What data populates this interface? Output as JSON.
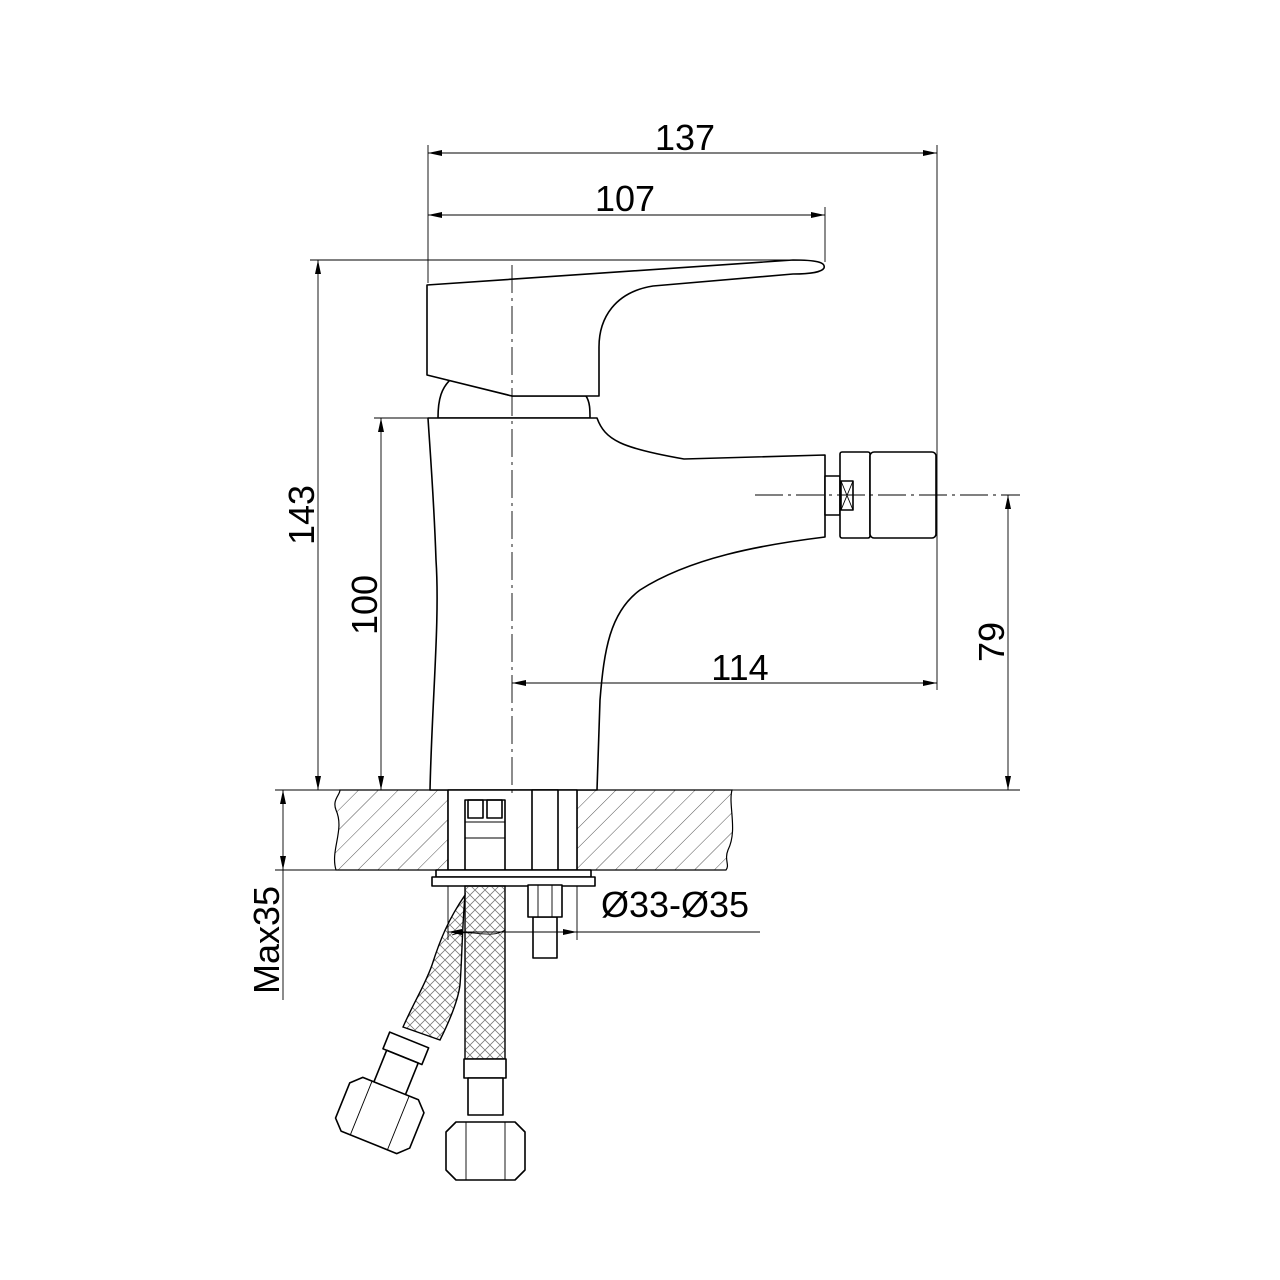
{
  "title": "Bidet mixer dimensional drawing",
  "dimensions": {
    "overall_length": "137",
    "handle_length": "107",
    "overall_height": "143",
    "body_height": "100",
    "spout_reach": "114",
    "outlet_height": "79",
    "hole_diameter": "Ø33-Ø35",
    "max_counter_thickness": "Max35"
  },
  "colors": {
    "line": "#000000",
    "background": "#ffffff"
  }
}
